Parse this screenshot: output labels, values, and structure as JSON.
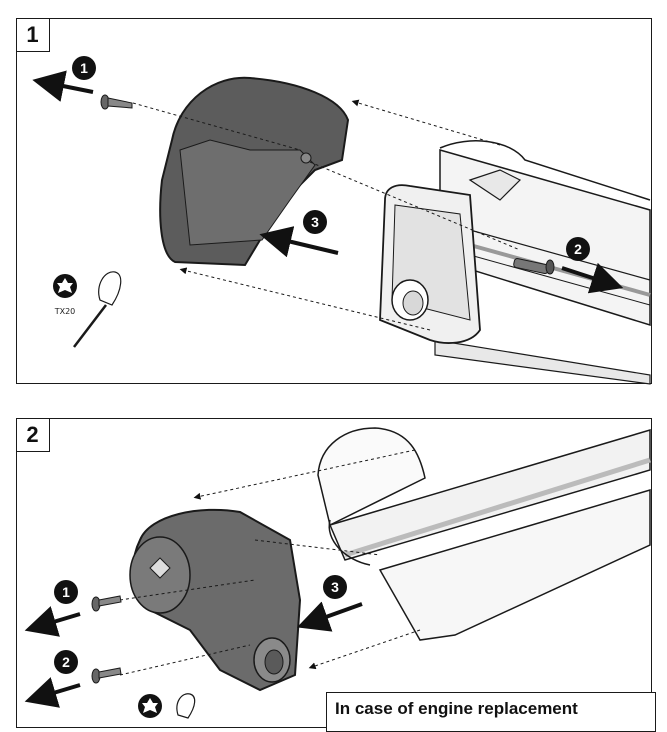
{
  "steps": [
    {
      "number": "1",
      "tool_label": "TX20",
      "callouts": [
        "1",
        "2",
        "3"
      ]
    },
    {
      "number": "2",
      "callouts": [
        "1",
        "2",
        "3"
      ],
      "note": "In case of engine replacement"
    }
  ],
  "colors": {
    "ink": "#1a1a1a",
    "part_dark": "#5c5c5c",
    "part_light": "#efefef",
    "rail": "#cfcfcf"
  }
}
